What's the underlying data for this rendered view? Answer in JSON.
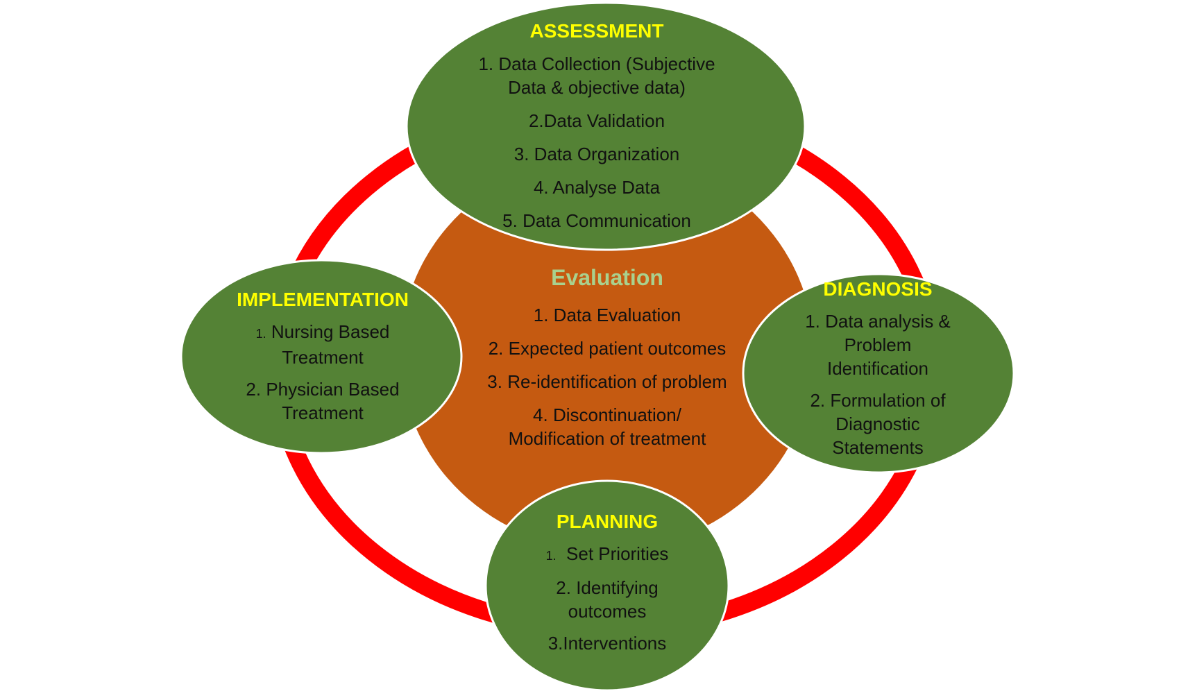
{
  "colors": {
    "ring": "#ff0000",
    "node_fill": "#548235",
    "node_stroke": "#ffffff",
    "center_fill": "#c55a11",
    "phase_title": "#ffff00",
    "evaluation_title": "#a9d18e",
    "body_text": "#111111"
  },
  "assessment": {
    "title": "ASSESSMENT",
    "items": [
      "1. Data Collection (Subjective Data & objective data)",
      "2.Data Validation",
      "3. Data Organization",
      "4. Analyse Data",
      "5. Data Communication"
    ]
  },
  "evaluation": {
    "title": "Evaluation",
    "items": [
      "1.  Data Evaluation",
      "2. Expected patient outcomes",
      "3. Re-identification of problem",
      "4. Discontinuation/ Modification of treatment"
    ]
  },
  "implementation": {
    "title": "IMPLEMENTATION",
    "item1_number": "1.",
    "item1_text": " Nursing Based Treatment",
    "items": [
      "2. Physician Based Treatment"
    ]
  },
  "diagnosis": {
    "title": "DIAGNOSIS",
    "items": [
      "1. Data analysis & Problem Identification",
      "2. Formulation of Diagnostic Statements"
    ]
  },
  "planning": {
    "title": "PLANNING",
    "item1_number": "1.",
    "item1_text": "  Set Priorities",
    "items": [
      "2. Identifying outcomes",
      "3.Interventions"
    ]
  }
}
